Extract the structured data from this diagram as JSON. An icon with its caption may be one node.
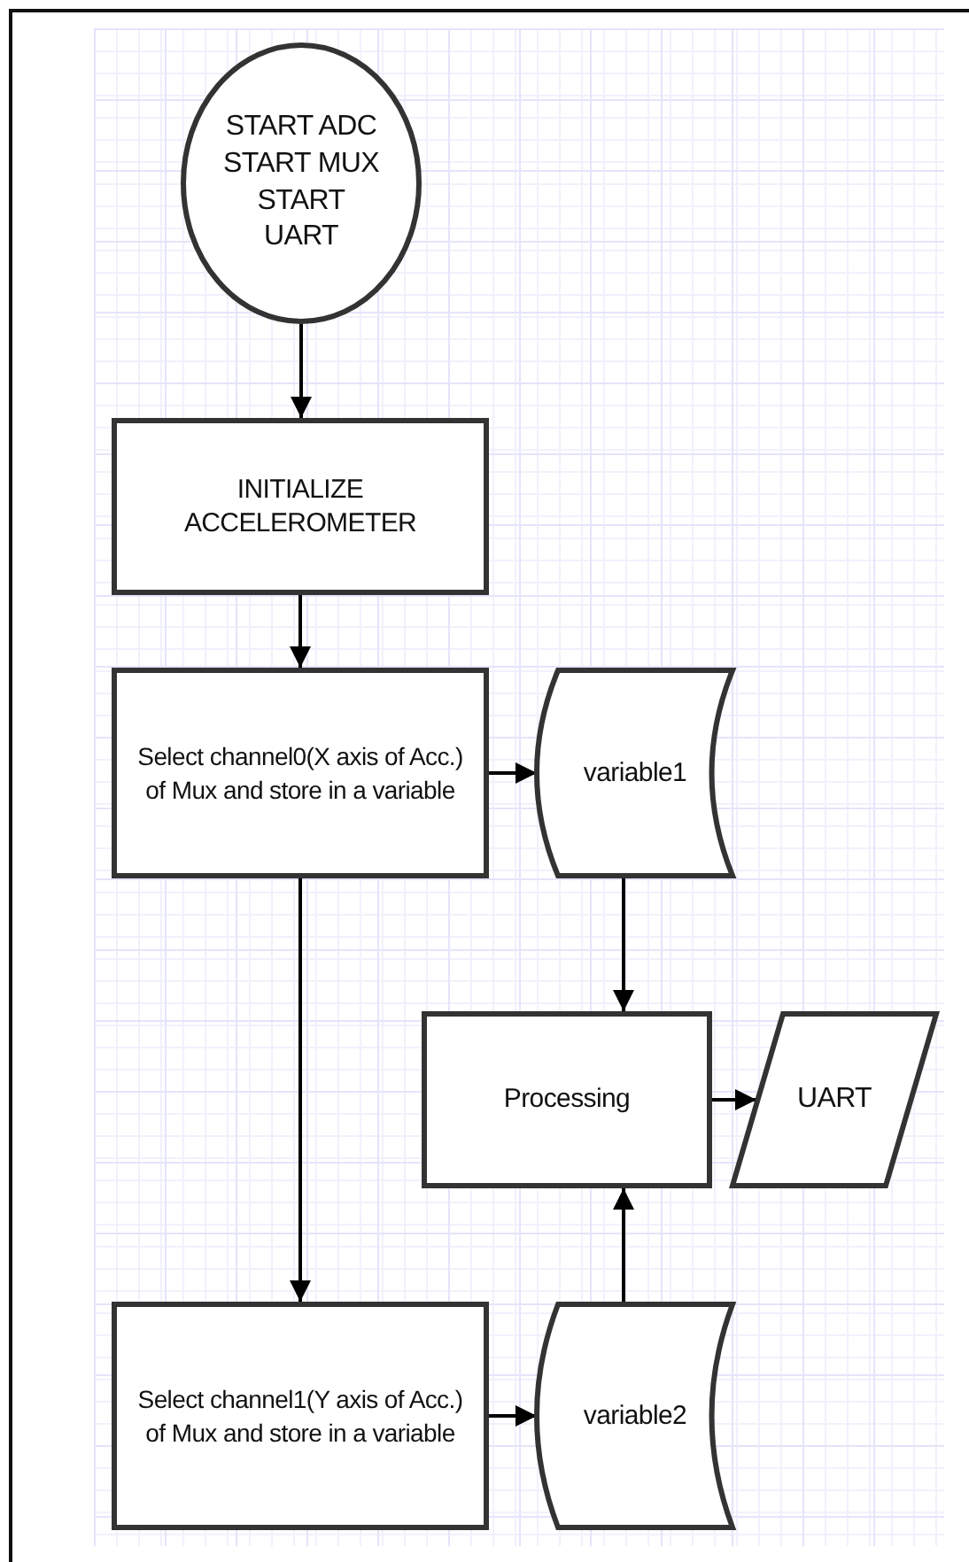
{
  "diagram": {
    "nodes": [
      {
        "text": [
          "START ADC START MUX START UART"
        ]
      },
      {
        "text": [
          "INITIALIZE ACCELEROMETER"
        ]
      },
      {
        "text": [
          "Select channel0(X axis of Acc.) of Mux and store in a variable"
        ]
      },
      {
        "text": [
          "variable1"
        ]
      },
      {
        "text": [
          "Processing"
        ]
      },
      {
        "text": [
          "UART"
        ]
      },
      {
        "text": [
          "Select channel1(Y axis of Acc.) of Mux and store in a variable"
        ]
      },
      {
        "text": [
          "variable2"
        ]
      }
    ],
    "edges": [
      {
        "from": 0,
        "to": 1,
        "arrow": "to"
      },
      {
        "from": 1,
        "to": 2,
        "arrow": "to"
      },
      {
        "from": 2,
        "to": 3,
        "arrow": "to"
      },
      {
        "from": 3,
        "to": 4,
        "arrow": "to"
      },
      {
        "from": 4,
        "to": 5,
        "arrow": "to"
      },
      {
        "from": 2,
        "to": 6,
        "arrow": "to"
      },
      {
        "from": 6,
        "to": 7,
        "arrow": "to"
      },
      {
        "from": 7,
        "to": 4,
        "arrow": "to"
      }
    ]
  }
}
